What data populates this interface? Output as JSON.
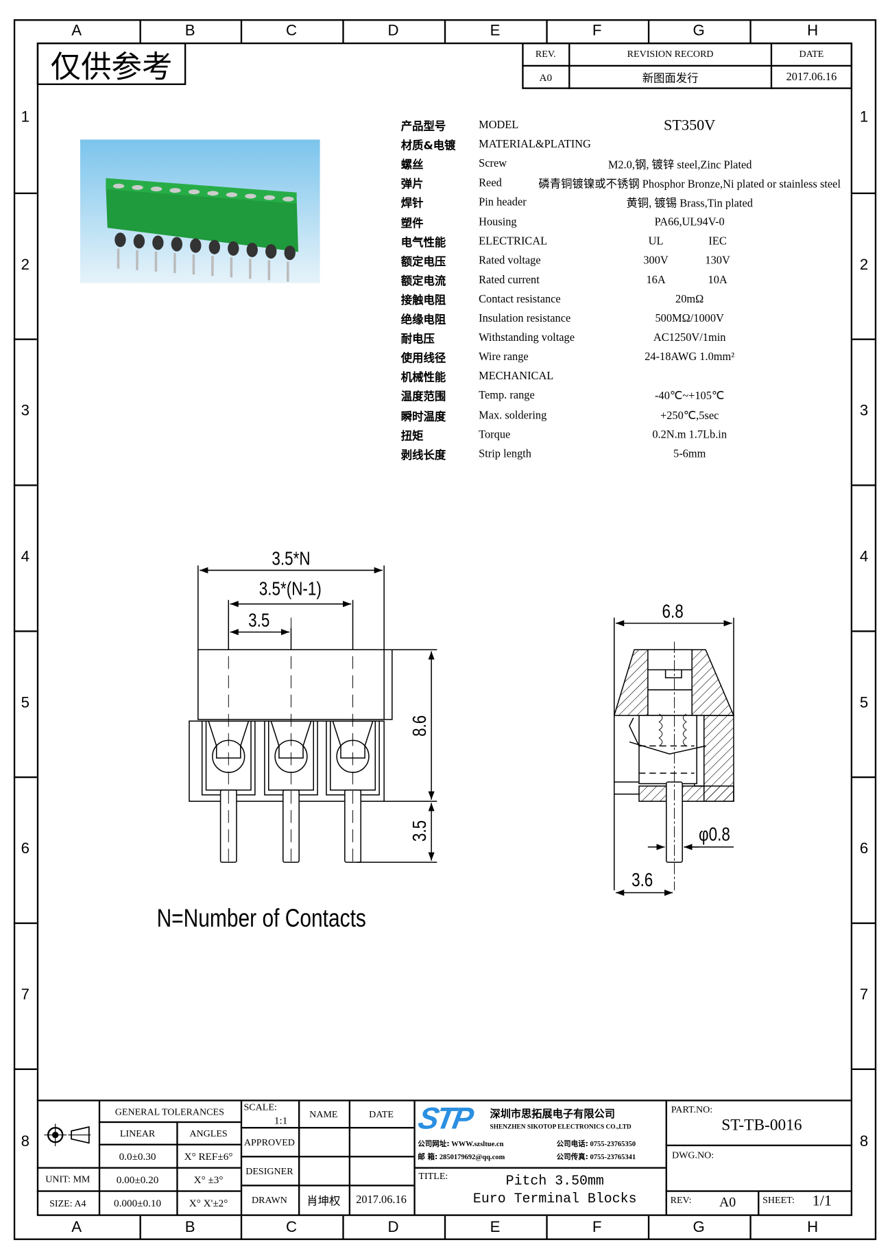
{
  "zones": {
    "columns": [
      "A",
      "B",
      "C",
      "D",
      "E",
      "F",
      "G",
      "H"
    ],
    "rows": [
      "1",
      "2",
      "3",
      "4",
      "5",
      "6",
      "7",
      "8"
    ]
  },
  "stamp": "仅供参考",
  "revision": {
    "headers": {
      "rev": "REV.",
      "record": "REVISION RECORD",
      "date": "DATE"
    },
    "row": {
      "rev": "A0",
      "record": "新图面发行",
      "date": "2017.06.16"
    }
  },
  "specs": [
    {
      "cn": "产品型号",
      "en": "MODEL",
      "value": "ST350V"
    },
    {
      "cn": "材质&电镀",
      "en": "MATERIAL&PLATING",
      "value": ""
    },
    {
      "cn": "螺丝",
      "en": "Screw",
      "value": "M2.0,钢, 镀锌 steel,Zinc Plated"
    },
    {
      "cn": "弹片",
      "en": "Reed",
      "value": "磷青铜镀镍或不锈钢 Phosphor Bronze,Ni plated or stainless steel"
    },
    {
      "cn": "焊针",
      "en": "Pin header",
      "value": "黄铜, 镀锡 Brass,Tin plated"
    },
    {
      "cn": "塑件",
      "en": "Housing",
      "value": "PA66,UL94V-0"
    },
    {
      "cn": "电气性能",
      "en": "ELECTRICAL",
      "ul": "UL",
      "iec": "IEC"
    },
    {
      "cn": "额定电压",
      "en": "Rated voltage",
      "ul": "300V",
      "iec": "130V"
    },
    {
      "cn": "额定电流",
      "en": "Rated current",
      "ul": "16A",
      "iec": "10A"
    },
    {
      "cn": "接触电阻",
      "en": "Contact resistance",
      "value": "20mΩ"
    },
    {
      "cn": "绝缘电阻",
      "en": "Insulation resistance",
      "value": "500MΩ/1000V"
    },
    {
      "cn": "耐电压",
      "en": "Withstanding voltage",
      "value": "AC1250V/1min"
    },
    {
      "cn": "使用线径",
      "en": "Wire range",
      "value": "24-18AWG 1.0mm²"
    },
    {
      "cn": "机械性能",
      "en": "MECHANICAL",
      "value": ""
    },
    {
      "cn": "温度范围",
      "en": "Temp. range",
      "value": "-40℃~+105℃"
    },
    {
      "cn": "瞬时温度",
      "en": "Max. soldering",
      "value": "+250℃,5sec"
    },
    {
      "cn": "扭矩",
      "en": "Torque",
      "value": "0.2N.m  1.7Lb.in"
    },
    {
      "cn": "剥线长度",
      "en": "Strip length",
      "value": "5-6mm"
    }
  ],
  "drawing": {
    "front": {
      "overall": "3.5*N",
      "span": "3.5*(N-1)",
      "pitch": "3.5",
      "height": "8.6",
      "pin_length": "3.5"
    },
    "side": {
      "width": "6.8",
      "pin_dia": "φ0.8",
      "pin_offset": "3.6"
    },
    "note": "N=Number of Contacts"
  },
  "title_block": {
    "general_tolerances": "GENERAL TOLERANCES",
    "linear": "LINEAR",
    "angles": "ANGLES",
    "tol_rows": [
      {
        "linear": "0.0±0.30",
        "angle": "X° REF±6°"
      },
      {
        "linear": "0.00±0.20",
        "angle": "X° ±3°"
      },
      {
        "linear": "0.000±0.10",
        "angle": "X° X'±2°"
      }
    ],
    "unit": "UNIT: MM",
    "size": "SIZE: A4",
    "scale_label": "SCALE:",
    "scale_value": "1:1",
    "name": "NAME",
    "date": "DATE",
    "approved": "APPROVED",
    "designer": "DESIGNER",
    "drawn": "DRAWN",
    "drawn_name": "肖坤权",
    "drawn_date": "2017.06.16",
    "company": {
      "logo": "STP",
      "name_cn": "深圳市思拓展电子有限公司",
      "name_en": "SHENZHEN SIKOTOP ELECTRONICS CO.,LTD",
      "web_label": "公司网址:",
      "web": "WWW.szsltue.cn",
      "email_label": "邮    箱:",
      "email": "2850179692@qq.com",
      "phone_label": "公司电话:",
      "phone": "0755-23765350",
      "fax_label": "公司传真:",
      "fax": "0755-23765341"
    },
    "title_label": "TITLE:",
    "title_line1": "Pitch 3.50mm",
    "title_line2": "Euro Terminal Blocks",
    "part_no_label": "PART.NO:",
    "part_no": "ST-TB-0016",
    "dwg_no_label": "DWG.NO:",
    "rev_label": "REV:",
    "rev": "A0",
    "sheet_label": "SHEET:",
    "sheet": "1/1"
  },
  "colors": {
    "logo_blue": "#2a8fe0",
    "housing_green": "#1f9a3c"
  }
}
